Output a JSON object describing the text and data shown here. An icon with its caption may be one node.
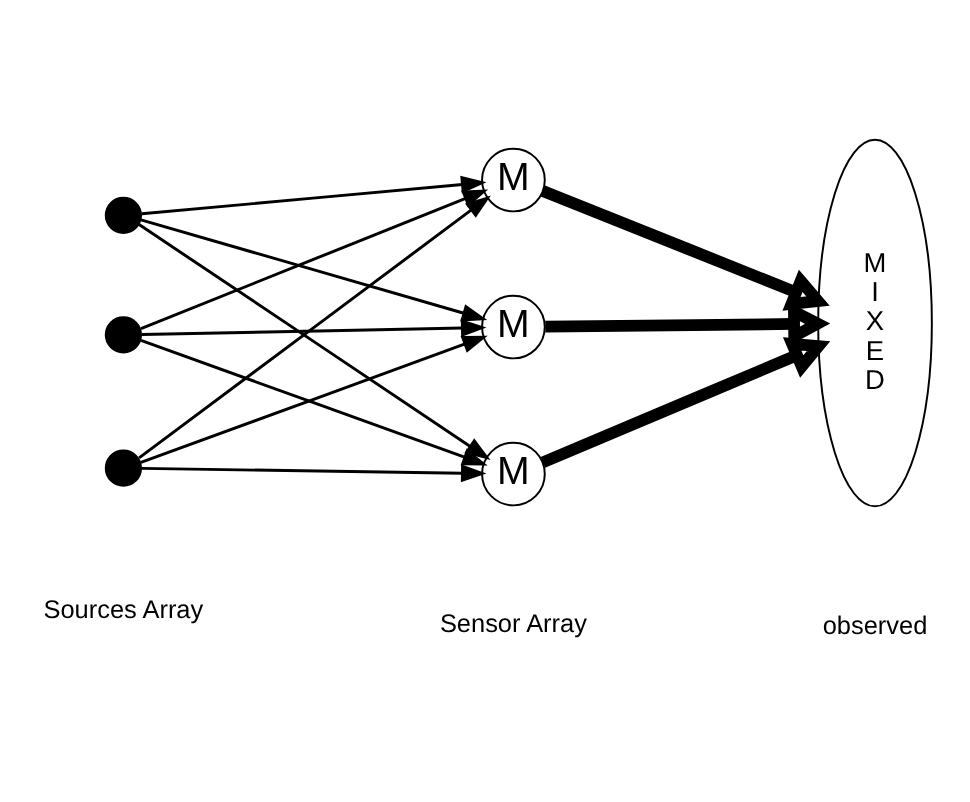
{
  "diagram": {
    "nodes": [
      {
        "text": [],
        "shape": "circle"
      },
      {
        "text": [],
        "shape": "circle"
      },
      {
        "text": [],
        "shape": "circle"
      },
      {
        "text": [
          "M"
        ]
      },
      {
        "text": [
          "M"
        ]
      },
      {
        "text": [
          "M"
        ]
      },
      {
        "text": [
          "MIXED"
        ]
      }
    ],
    "edges": [
      {
        "from": 0,
        "to": 3,
        "arrow": "to"
      },
      {
        "from": 0,
        "to": 4,
        "arrow": "to"
      },
      {
        "from": 0,
        "to": 5,
        "arrow": "to"
      },
      {
        "from": 1,
        "to": 3,
        "arrow": "to"
      },
      {
        "from": 1,
        "to": 4,
        "arrow": "to"
      },
      {
        "from": 1,
        "to": 5,
        "arrow": "to"
      },
      {
        "from": 2,
        "to": 3,
        "arrow": "to"
      },
      {
        "from": 2,
        "to": 4,
        "arrow": "to"
      },
      {
        "from": 2,
        "to": 5,
        "arrow": "to"
      },
      {
        "from": 3,
        "to": 6,
        "arrow": "to",
        "style": "thick"
      },
      {
        "from": 4,
        "to": 6,
        "arrow": "to",
        "style": "thick"
      },
      {
        "from": 5,
        "to": 6,
        "arrow": "to",
        "style": "thick"
      }
    ],
    "labels": [
      "Sources Array",
      "Sensor Array",
      "observed"
    ]
  }
}
